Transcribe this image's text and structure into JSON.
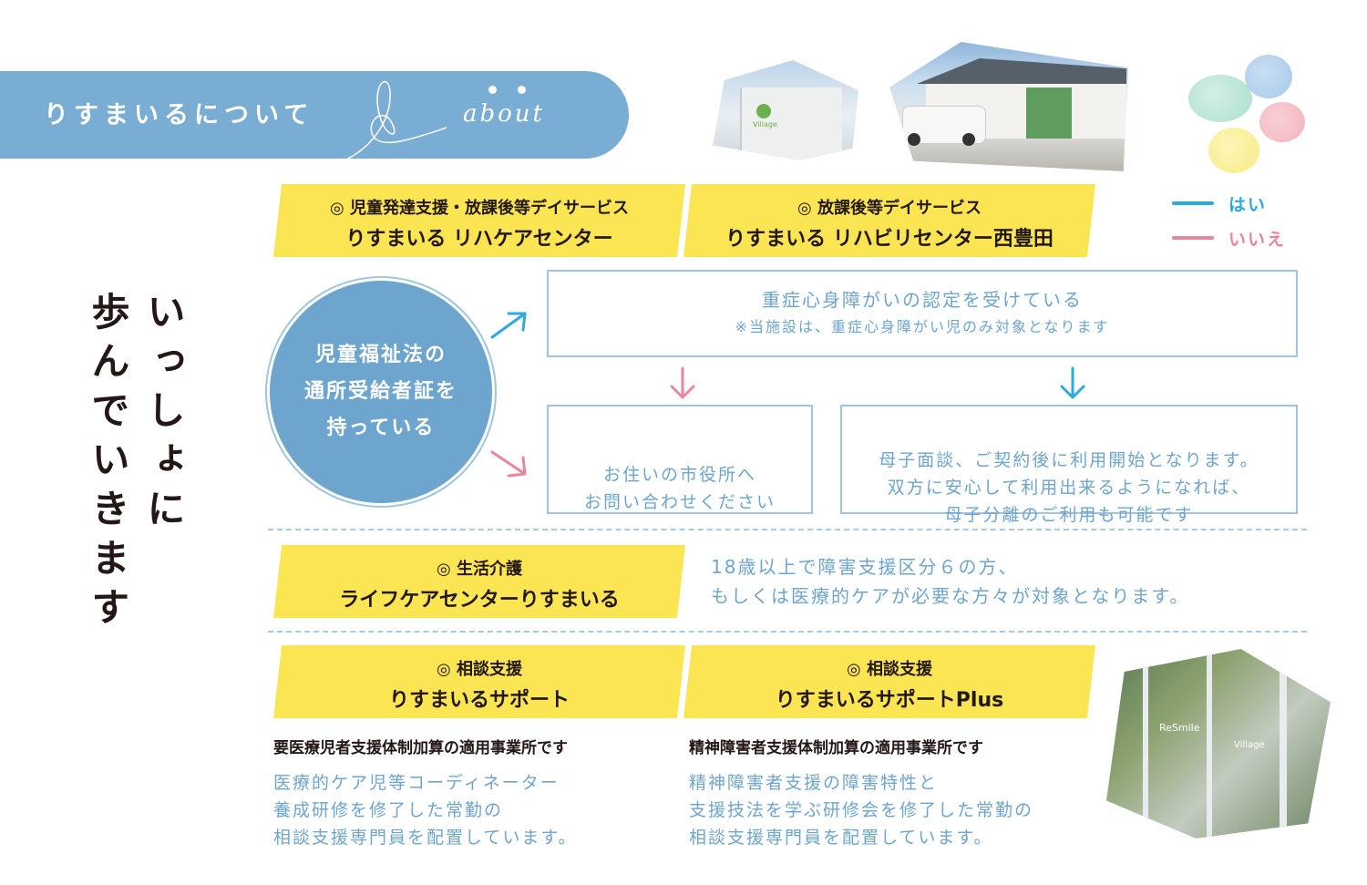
{
  "header": {
    "title": "りすまいるについて",
    "subtitle_en": "about"
  },
  "tagline": "いっしょに\n歩んでいきます",
  "legend": {
    "yes_label": "はい",
    "no_label": "いいえ",
    "yes_color": "#29abe2",
    "no_color": "#e8869b"
  },
  "facilities": {
    "f1": {
      "service": "◎ 児童発達支援・放課後等デイサービス",
      "name": "りすまいる リハケアセンター"
    },
    "f2": {
      "service": "◎ 放課後等デイサービス",
      "name": "りすまいる リハビリセンター西豊田"
    }
  },
  "flow": {
    "start": "児童福祉法の\n通所受給者証を\n持っている",
    "question": "重症心身障がいの認定を受けている",
    "question_note": "※当施設は、重症心身障がい児のみ対象となります",
    "no_result": "お住いの市役所へ\nお問い合わせください",
    "yes_result": "母子面談、ご契約後に利用開始となります。\n双方に安心して利用出来るようになれば、\n母子分離のご利用も可能です"
  },
  "life_care": {
    "service": "◎ 生活介護",
    "name": "ライフケアセンターりすまいる",
    "description": "18歳以上で障害支援区分６の方、\nもしくは医療的ケアが必要な方々が対象となります。"
  },
  "support": {
    "s1": {
      "service": "◎ 相談支援",
      "name": "りすまいるサポート",
      "headline": "要医療児者支援体制加算の適用事業所です",
      "detail": "医療的ケア児等コーディネーター\n養成研修を修了した常勤の\n相談支援専門員を配置しています。"
    },
    "s2": {
      "service": "◎ 相談支援",
      "name": "りすまいるサポートPlus",
      "headline": "精神障害者支援体制加算の適用事業所です",
      "detail": "精神障害者支援の障害特性と\n支援技法を学ぶ研修会を修了した常勤の\n相談支援専門員を配置しています。"
    }
  },
  "photo_text": {
    "sign1": "Village",
    "sign2": "ReSmile",
    "sign3": "Village"
  }
}
